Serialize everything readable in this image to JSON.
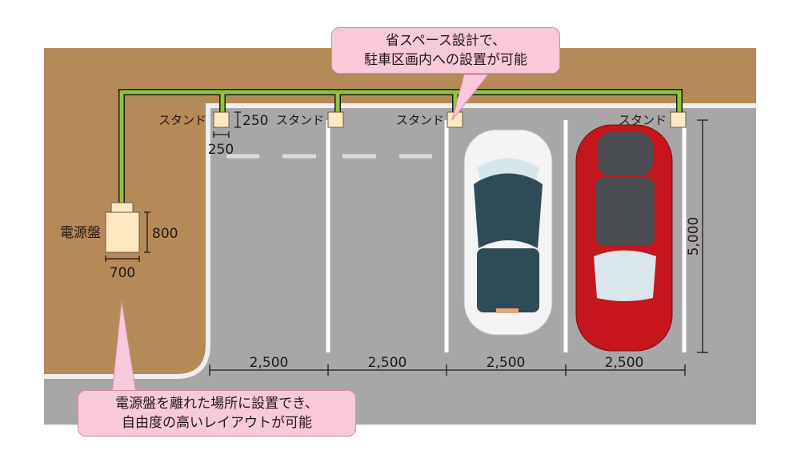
{
  "labels": {
    "stand": "スタンド",
    "panel": "電源盤",
    "stand_size_w": "250",
    "stand_size_h": "250",
    "panel_height": "800",
    "panel_width": "700",
    "space_widths": [
      "2,500",
      "2,500",
      "2,500",
      "2,500"
    ],
    "space_length": "5,000"
  },
  "callouts": {
    "top": {
      "line1": "省スペース設計で、",
      "line2": "駐車区画内への設置が可能"
    },
    "bottom": {
      "line1": "電源盤を離れた場所に設置でき、",
      "line2": "自由度の高いレイアウトが可能"
    }
  },
  "colors": {
    "ground": "#b48a57",
    "asphalt": "#a7a7a7",
    "cable": "#8cc63f",
    "box": "#fde8c0",
    "callout": "#f8c8db",
    "red_car": "#c4161c"
  }
}
